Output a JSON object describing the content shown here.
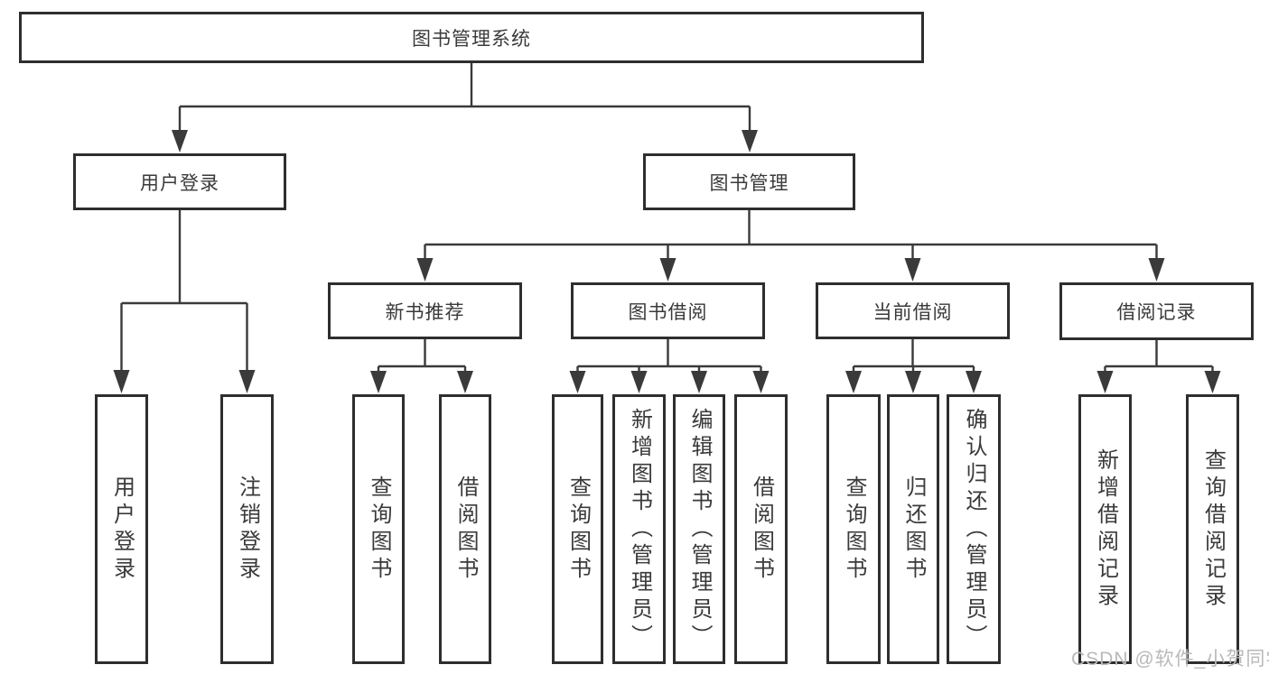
{
  "page": {
    "watermark": "CSDN @软件_小贺同学",
    "colors": {
      "line": "#3a3a3a",
      "border": "#2e2e2e",
      "text": "#3a3a3a",
      "watermark": "#b9b9b9",
      "background": "#ffffff"
    }
  },
  "diagram": {
    "root": "图书管理系统",
    "branches": [
      {
        "label": "用户登录",
        "children": [
          "用户登录",
          "注销登录"
        ]
      },
      {
        "label": "图书管理",
        "groups": [
          {
            "label": "新书推荐",
            "children": [
              "查询图书",
              "借阅图书"
            ]
          },
          {
            "label": "图书借阅",
            "children": [
              "查询图书",
              "新增图书（管理员）",
              "编辑图书（管理员）",
              "借阅图书"
            ]
          },
          {
            "label": "当前借阅",
            "children": [
              "查询图书",
              "归还图书",
              "确认归还（管理员）"
            ]
          },
          {
            "label": "借阅记录",
            "children": [
              "新增借阅记录",
              "查询借阅记录"
            ]
          }
        ]
      }
    ]
  }
}
